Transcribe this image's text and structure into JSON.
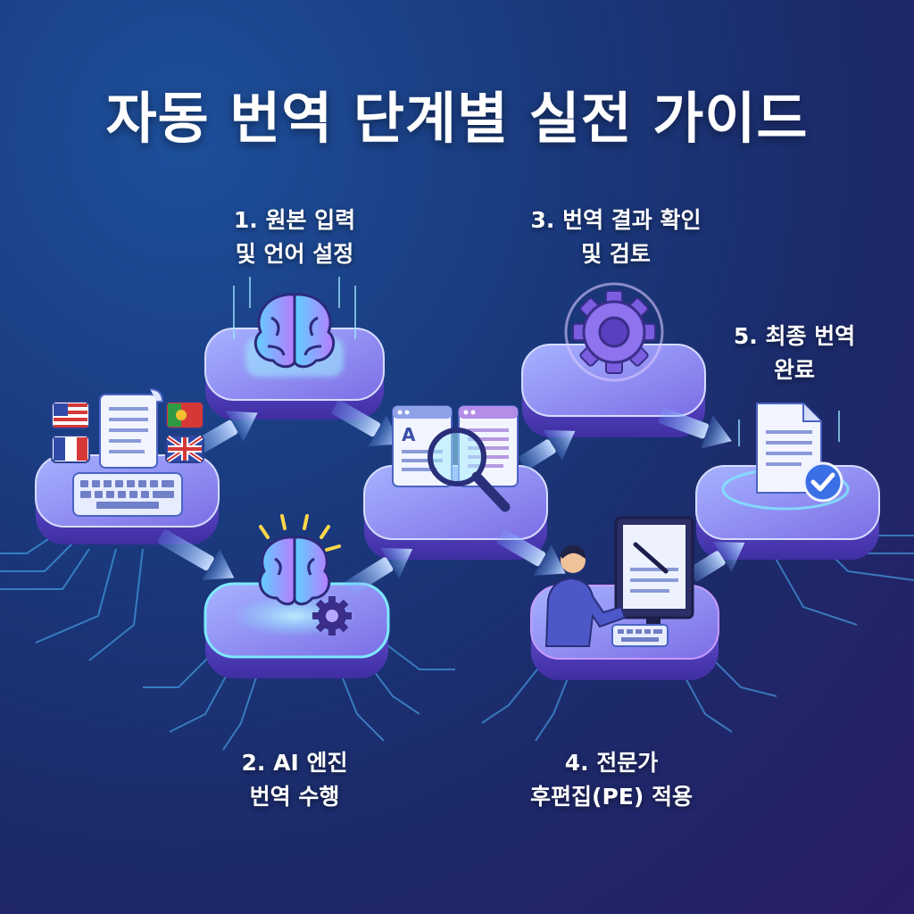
{
  "title": "자동 번역 단계별 실전 가이드",
  "steps": [
    {
      "line1": "1. 원본 입력",
      "line2": "및 언어 설정"
    },
    {
      "line1": "2. AI 엔진",
      "line2": "번역 수행"
    },
    {
      "line1": "3. 번역 결과 확인",
      "line2": "및 검토"
    },
    {
      "line1": "4. 전문가",
      "line2": "후편집(PE) 적용"
    },
    {
      "line1": "5. 최종 번역",
      "line2": "완료"
    }
  ],
  "doc_letter": "A",
  "icons": {
    "input": [
      "us-flag-icon",
      "fr-flag-icon",
      "pt-flag-icon",
      "uk-flag-icon",
      "document-icon",
      "keyboard-icon"
    ],
    "step1": "brain-icon",
    "step2": [
      "brain-icon",
      "gear-icon"
    ],
    "review": [
      "bilingual-document-icon",
      "magnifier-icon"
    ],
    "step3": "gear-icon",
    "step4": [
      "person-icon",
      "monitor-icon",
      "keyboard-icon"
    ],
    "step5": [
      "document-icon",
      "check-badge-icon"
    ]
  },
  "colors": {
    "background_start": "#1d4f9a",
    "background_end": "#2a1d66",
    "platform_top": "#8f8ff0",
    "platform_side": "#5a44c2",
    "glow": "#7fe8ff",
    "arrow": "#a9c9ff"
  }
}
